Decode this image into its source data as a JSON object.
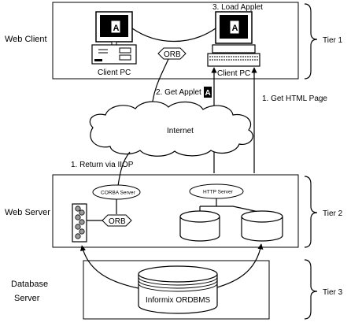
{
  "tiers": [
    {
      "name": "Web Client",
      "tier_label": "Tier 1"
    },
    {
      "name": "Web Server",
      "tier_label": "Tier 2"
    },
    {
      "name_lines": [
        "Database",
        "Server"
      ],
      "tier_label": "Tier 3"
    }
  ],
  "labels": {
    "load_applet": "3. Load Applet",
    "client_pc_left": "Client PC",
    "client_pc_right": "Client  PC",
    "orb_top": "ORB",
    "get_applet": "2. Get Applet",
    "applet_glyph": "A",
    "get_html_page": "1. Get HTML Page",
    "internet": "Internet",
    "return_via_iiop": "1. Return via IIOP",
    "corba_server": "CORBA Server",
    "http_server": "HTTP Server",
    "orb_mid": "ORB",
    "informix": "Informix ORDBMS"
  },
  "colors": {
    "line": "#000000",
    "screen": "#000000",
    "panel_fill": "#ffffff",
    "shade": "#9a9a9a"
  }
}
